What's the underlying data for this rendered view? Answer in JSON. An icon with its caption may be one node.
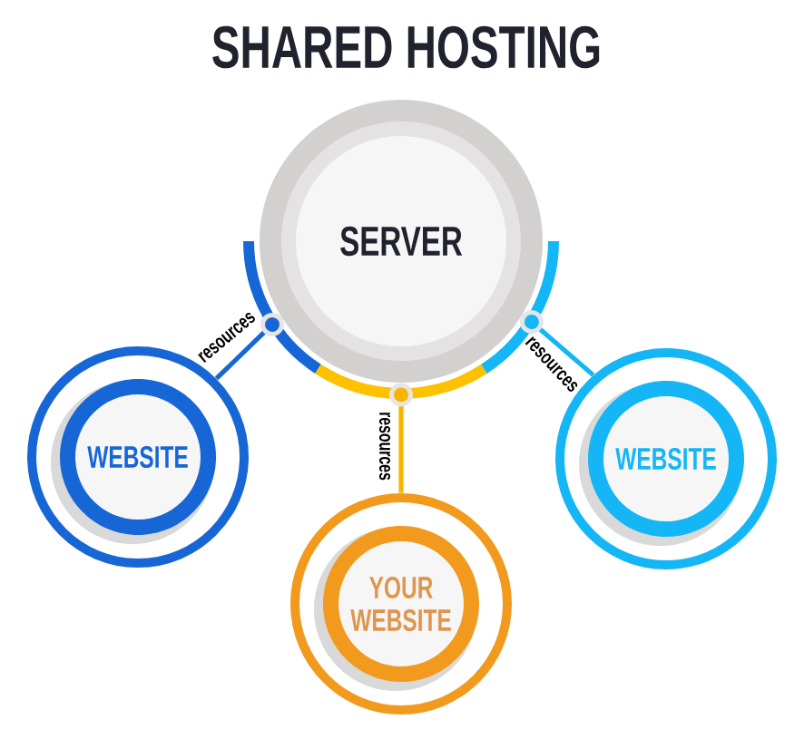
{
  "diagram": {
    "title": "SHARED HOSTING",
    "nodes": [
      {
        "text": [
          "SERVER"
        ]
      },
      {
        "text": [
          "WEBSITE"
        ]
      },
      {
        "text": [
          "YOUR WEBSITE"
        ]
      },
      {
        "text": [
          "WEBSITE"
        ]
      }
    ],
    "edges": [
      {
        "from": 0,
        "to": 1,
        "arrow": "other",
        "label": "resources",
        "color": "#1766d6"
      },
      {
        "from": 0,
        "to": 2,
        "arrow": "other",
        "label": "resources",
        "color": "#f7b500"
      },
      {
        "from": 0,
        "to": 3,
        "arrow": "other",
        "label": "resources",
        "color": "#14b6f6"
      }
    ]
  }
}
